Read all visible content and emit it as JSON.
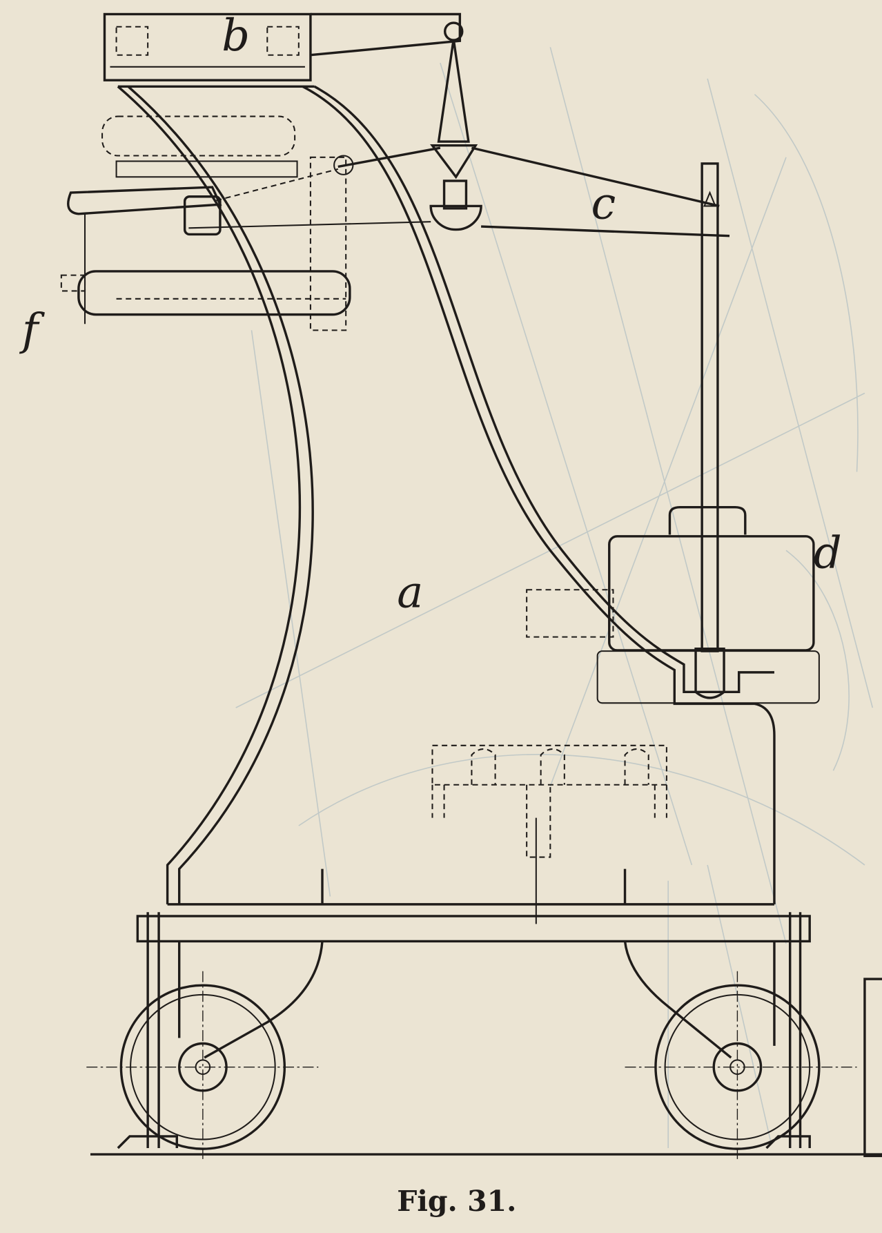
{
  "figure": {
    "caption": "Fig. 31.",
    "labels": {
      "a": "a",
      "b": "b",
      "c": "c",
      "d": "d",
      "f": "f"
    }
  },
  "colors": {
    "paper": "#ebe4d3",
    "ink": "#1f1c1a",
    "bleed": "#9fb3bd"
  }
}
